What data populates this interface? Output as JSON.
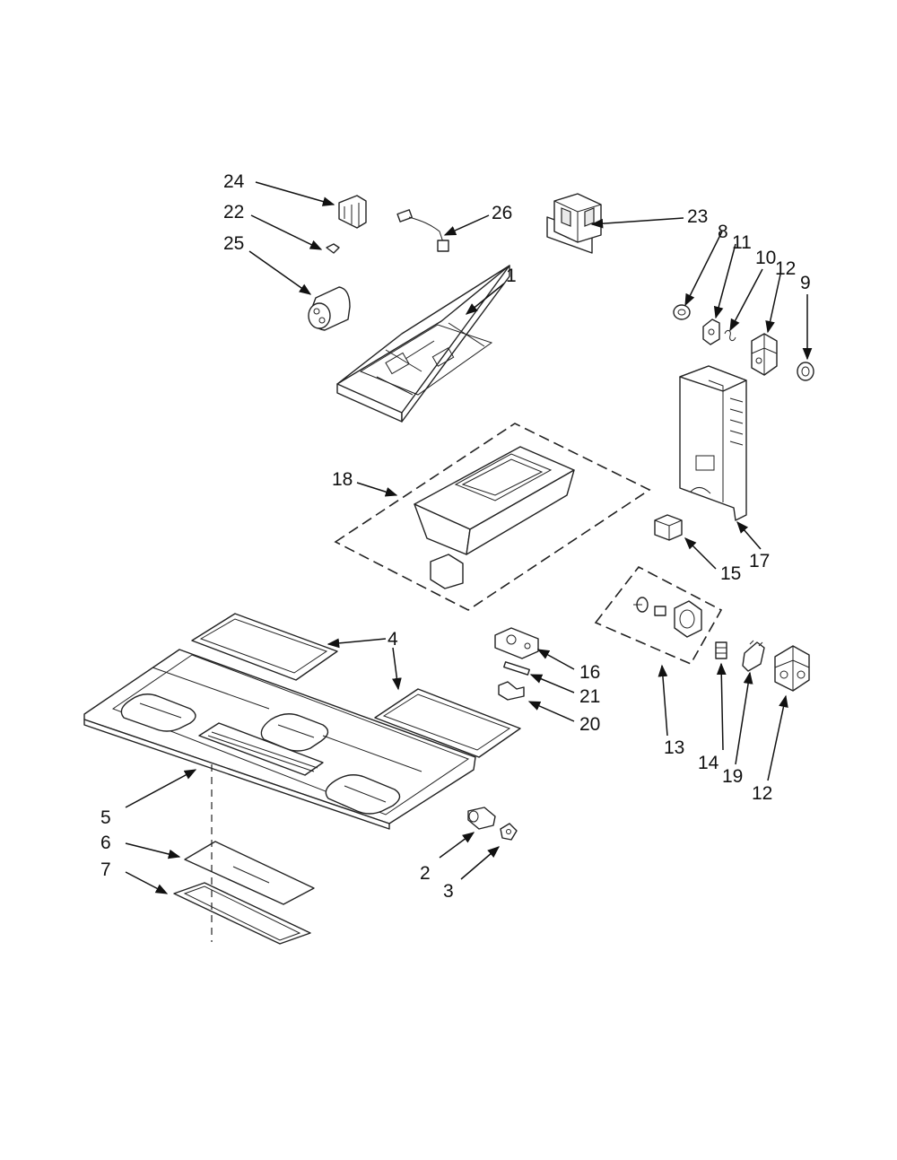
{
  "callouts": {
    "c1": "1",
    "c2": "2",
    "c3": "3",
    "c4a": "4",
    "c5": "5",
    "c6": "6",
    "c7": "7",
    "c8": "8",
    "c9": "9",
    "c10": "10",
    "c11": "11",
    "c12a": "12",
    "c12b": "12",
    "c13": "13",
    "c14": "14",
    "c15": "15",
    "c16": "16",
    "c17": "17",
    "c18": "18",
    "c19": "19",
    "c20": "20",
    "c21": "21",
    "c22": "22",
    "c23": "23",
    "c24": "24",
    "c25": "25",
    "c26": "26"
  },
  "colors": {
    "line": "#222222",
    "label": "#111111",
    "background": "#ffffff"
  }
}
